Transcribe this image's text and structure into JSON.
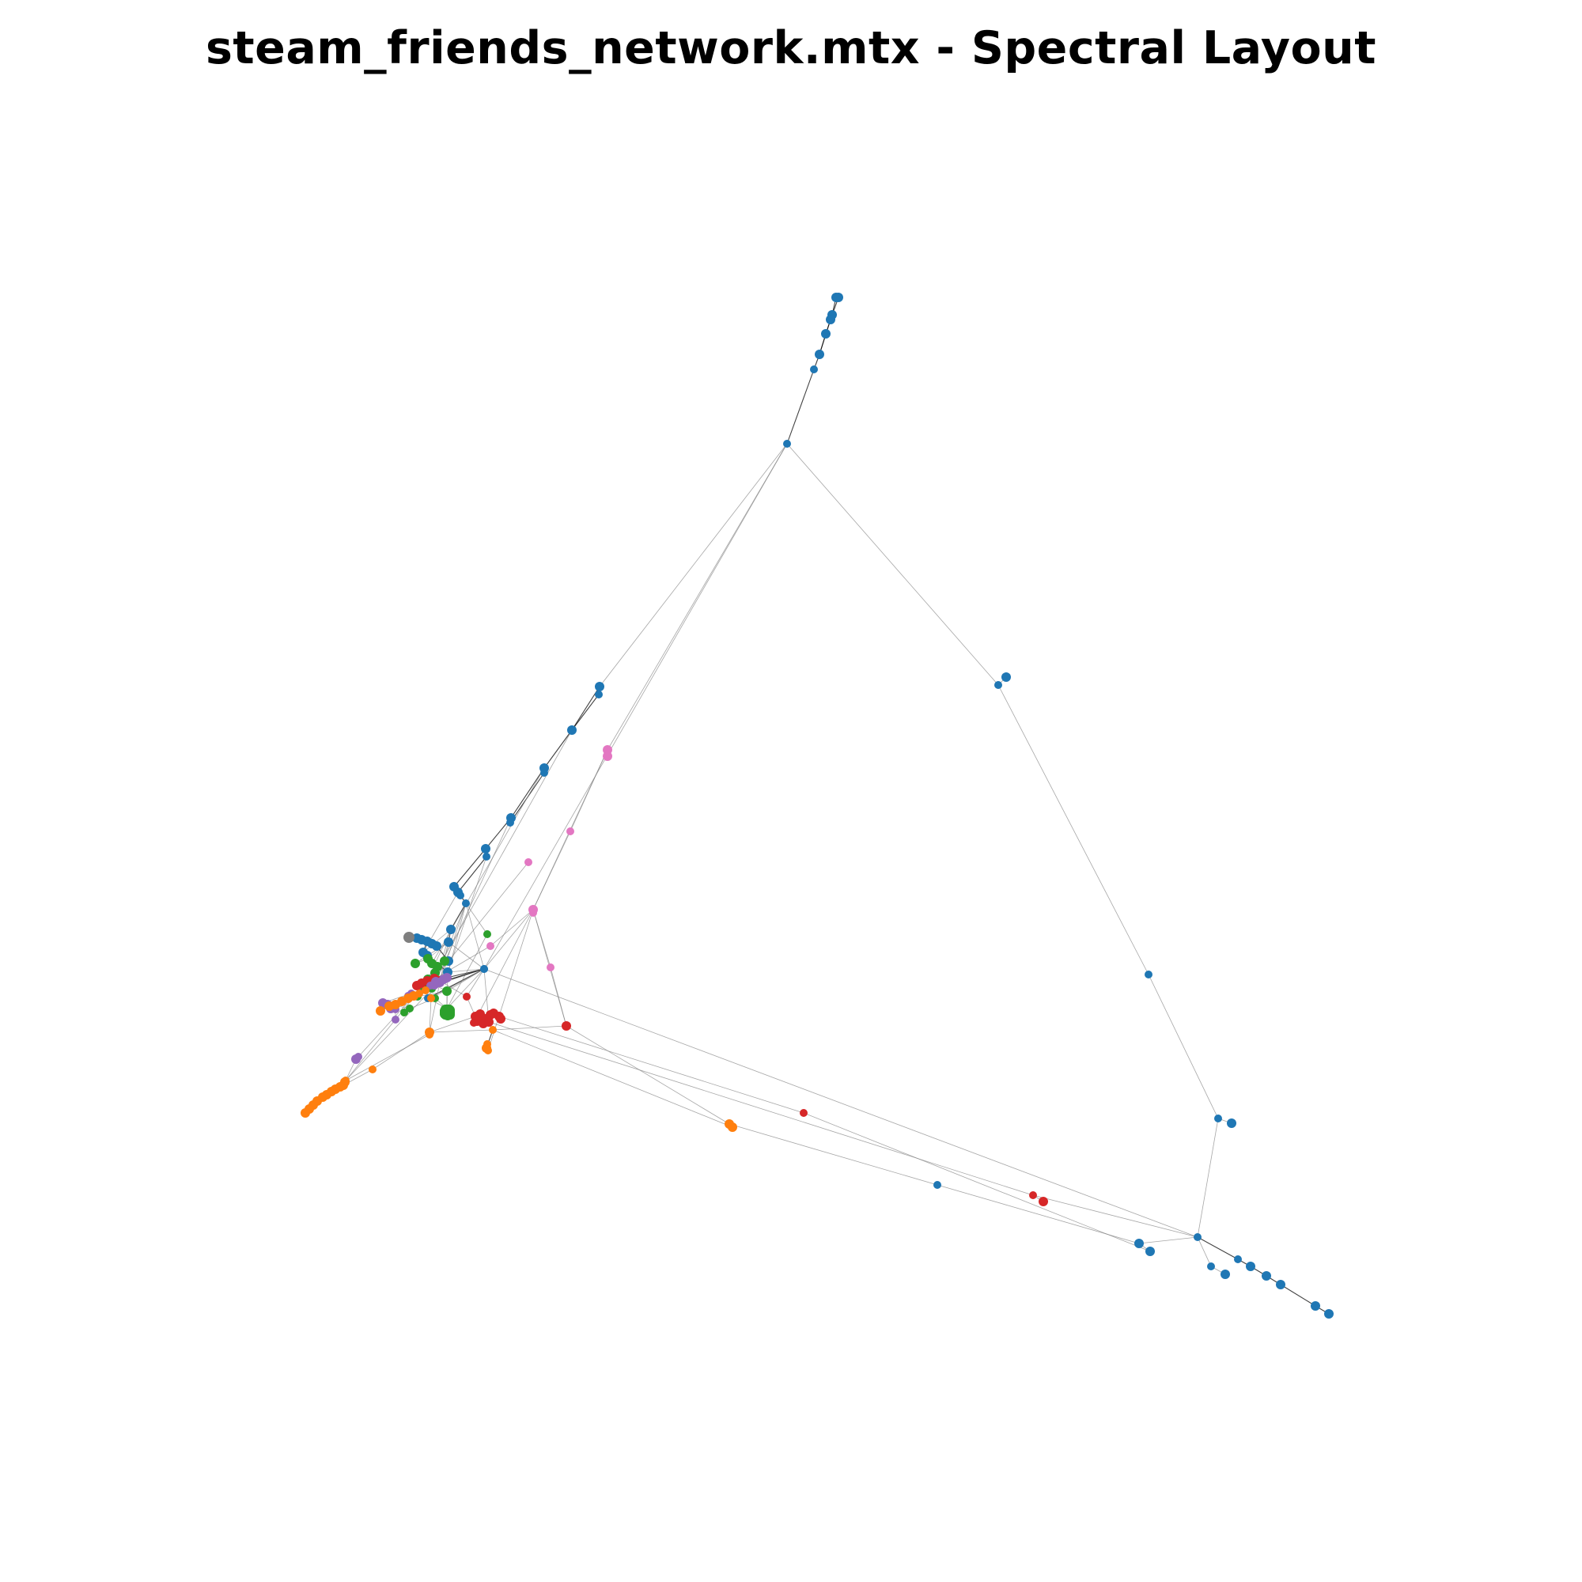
{
  "title": "steam_friends_network.mtx - Spectral Layout",
  "colors": {
    "blue": "#1f77b4",
    "orange": "#ff7f0e",
    "green": "#2ca02c",
    "red": "#d62728",
    "purple": "#9467bd",
    "pink": "#e377c2",
    "gray": "#7f7f7f",
    "edge": "#808080",
    "edge_dark": "#000000"
  },
  "legend": "none",
  "axes": "hidden"
}
